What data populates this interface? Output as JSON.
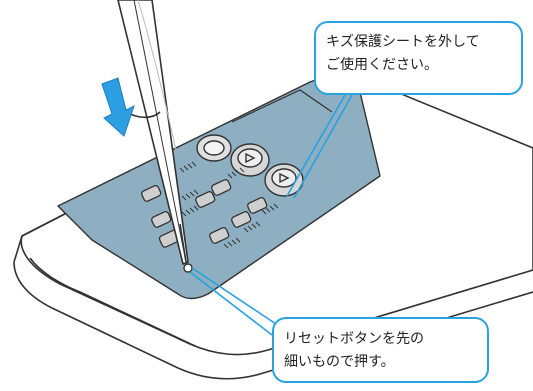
{
  "callouts": {
    "protective_sheet": {
      "line1": "キズ保護シートを外して",
      "line2": "ご使用ください。"
    },
    "reset_button": {
      "line1": "リセットボタンを先の",
      "line2": "細いもので押す。"
    }
  },
  "colors": {
    "accent": "#29a3e0",
    "sheet": "#8eaec1",
    "arrow": "#2b9fe2",
    "outline": "#333333"
  },
  "icons": {
    "arrow": "down-arrow-icon"
  }
}
